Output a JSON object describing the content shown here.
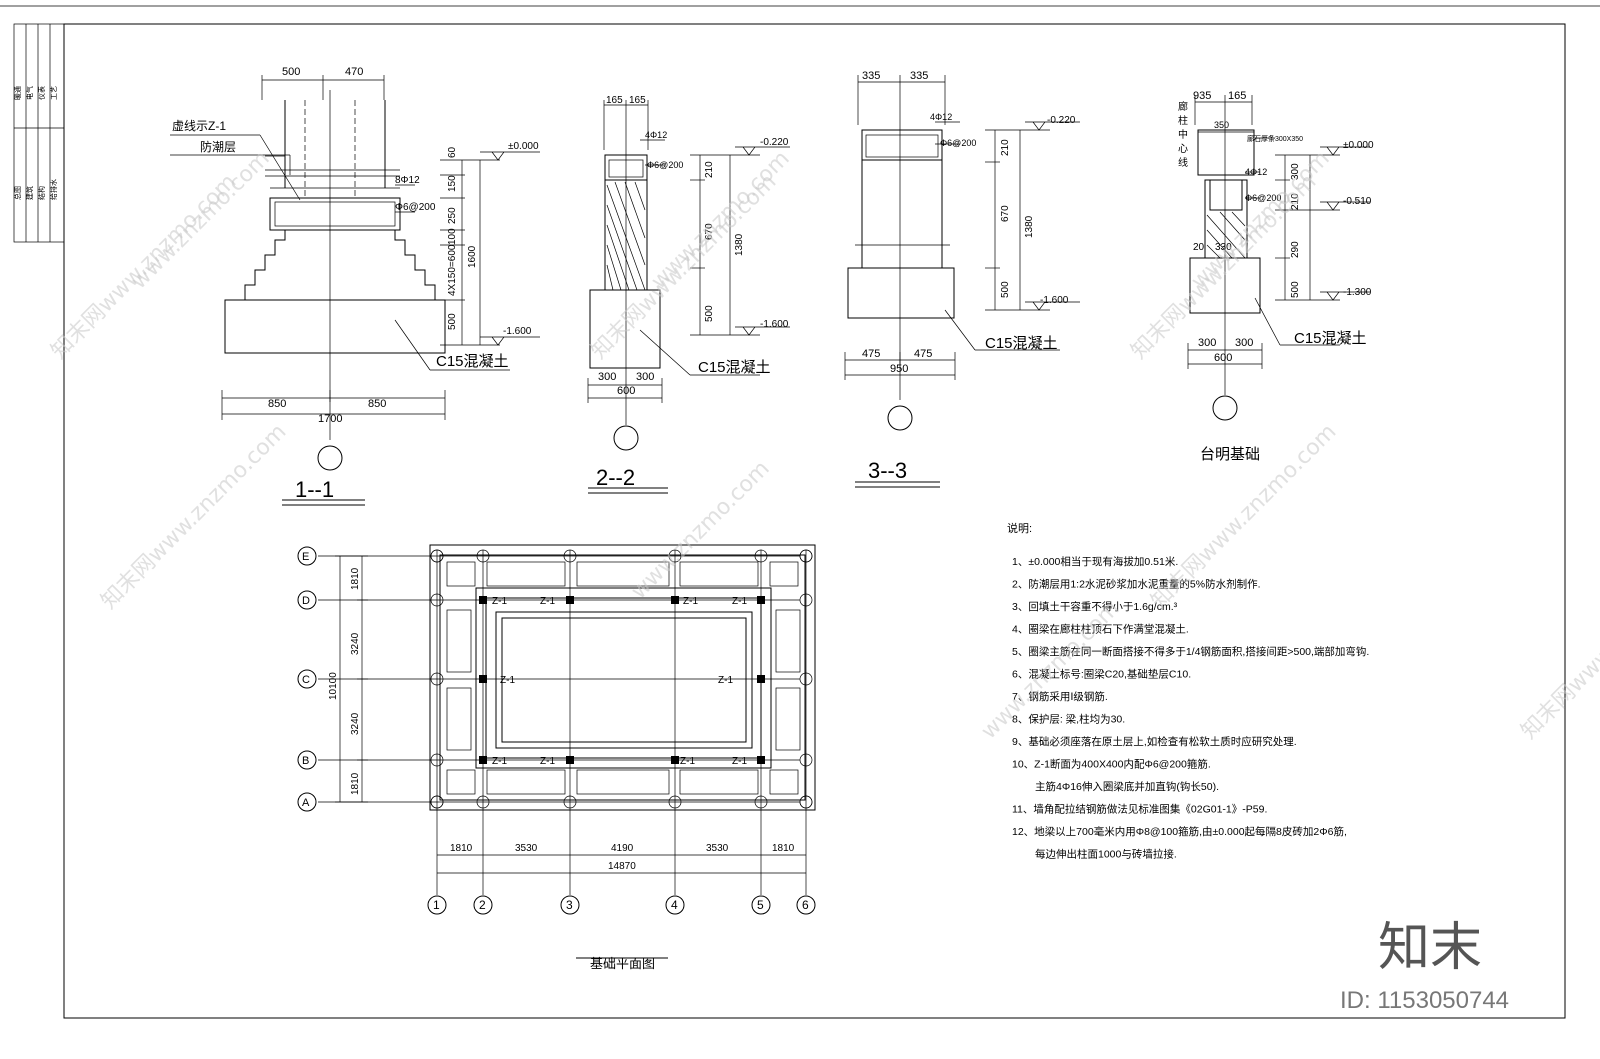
{
  "title_block": [
    "总图",
    "建筑",
    "结构",
    "给排水",
    "暖通",
    "电气",
    "仪表",
    "工艺"
  ],
  "sections": {
    "s1": {
      "title": "1--1",
      "dims_top": [
        "500",
        "470"
      ],
      "labels": [
        "虚线示Z-1",
        "防潮层",
        "8Φ12",
        "Φ6@200",
        "C15混凝土"
      ],
      "elev_top": "±0.000",
      "elev_bottom": "-1.600",
      "vdims": [
        "60",
        "150",
        "250",
        "4X150=600",
        "100",
        "500",
        "1600"
      ],
      "dims_bottom": [
        "850",
        "850",
        "1700"
      ]
    },
    "s2": {
      "title": "2--2",
      "dims_top": [
        "165",
        "165"
      ],
      "labels": [
        "4Φ12",
        "Φ6@200",
        "C15混凝土"
      ],
      "elev_top": "-0.220",
      "elev_bottom": "-1.600",
      "vdims": [
        "210",
        "670",
        "500",
        "1380"
      ],
      "dims_bottom": [
        "300",
        "300",
        "600"
      ]
    },
    "s3": {
      "title": "3--3",
      "dims_top": [
        "335",
        "335"
      ],
      "labels": [
        "4Φ12",
        "Φ6@200",
        "C15混凝土"
      ],
      "elev_top": "-0.220",
      "elev_bottom": "-1.600",
      "vdims": [
        "210",
        "670",
        "500",
        "1380"
      ],
      "dims_bottom": [
        "475",
        "475",
        "950"
      ]
    },
    "s4": {
      "title": "台明基础",
      "dims_top": [
        "935",
        "165"
      ],
      "side_text": "廊柱中心线",
      "labels": [
        "350",
        "廊石厚条300X350",
        "4Φ12",
        "Φ6@200",
        "20",
        "330",
        "C15混凝土"
      ],
      "elevs": [
        "±0.000",
        "-0.510",
        "-1.300"
      ],
      "vdims": [
        "300",
        "210",
        "290",
        "500"
      ],
      "dims_bottom": [
        "300",
        "300",
        "600"
      ]
    }
  },
  "plan": {
    "title": "基础平面图",
    "row_axes": [
      "E",
      "D",
      "C",
      "B",
      "A"
    ],
    "col_axes": [
      "1",
      "2",
      "3",
      "4",
      "5",
      "6"
    ],
    "row_dims": [
      "1810",
      "3240",
      "3240",
      "1810"
    ],
    "row_total": "10100",
    "col_dims": [
      "1810",
      "3530",
      "4190",
      "3530",
      "1810"
    ],
    "col_total": "14870",
    "column_tag": "Z-1"
  },
  "notes": {
    "heading": "说明:",
    "items": [
      "1、±0.000相当于现有海拔加0.51米.",
      "2、防潮层用1:2水泥砂浆加水泥重量的5%防水剂制作.",
      "3、回填土干容重不得小于1.6g/cm.³",
      "4、圈梁在廊柱柱顶石下作满堂混凝土.",
      "5、圈梁主筋在同一断面搭接不得多于1/4钢筋面积,搭接间距>500,端部加弯钩.",
      "6、混凝土标号:圈梁C20,基础垫层C10.",
      "7、钢筋采用Ⅰ级钢筋.",
      "8、保护层: 梁,柱均为30.",
      "9、基础必须座落在原土层上,如检查有松软土质时应研究处理.",
      "10、Z-1断面为400X400内配Φ6@200箍筋.",
      "主筋4Φ16伸入圈梁底并加直钩(钩长50).",
      "11、墙角配拉结钢筋做法见标准图集《02G01-1》-P59.",
      "12、地梁以上700毫米内用Φ8@100箍筋,由±0.000起每隔8皮砖加2Φ6筋,",
      "每边伸出柱面1000与砖墙拉接."
    ]
  },
  "watermark": {
    "text": "www.znzmo.com",
    "brand": "知末网",
    "logo": "知末",
    "id_label": "ID: 1153050744"
  }
}
